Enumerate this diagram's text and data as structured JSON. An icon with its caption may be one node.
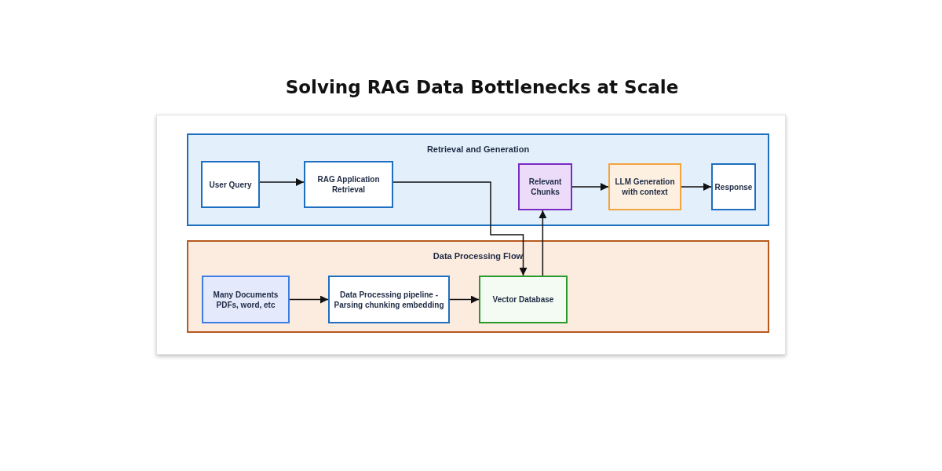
{
  "diagram": {
    "title": "Solving RAG Data Bottlenecks at Scale",
    "nodes": [
      {
        "text": [
          "Retrieval and Generation"
        ]
      },
      {
        "text": [
          "User Query"
        ],
        "in": 0
      },
      {
        "text": [
          "RAG Application Retrieval"
        ],
        "in": 0
      },
      {
        "text": [
          "Relevant Chunks"
        ],
        "in": 0
      },
      {
        "text": [
          "LLM Generation with context"
        ],
        "in": 0
      },
      {
        "text": [
          "Response"
        ],
        "in": 0
      },
      {
        "text": [
          "Data Processing Flow"
        ]
      },
      {
        "text": [
          "Many Documents PDFs, word, etc"
        ],
        "in": 6
      },
      {
        "text": [
          "Data Processing pipeline - Parsing chunking embedding"
        ],
        "in": 6
      },
      {
        "text": [
          "Vector Database"
        ],
        "in": 6
      }
    ],
    "edges": [
      {
        "from": 1,
        "to": 2,
        "arrow": "to"
      },
      {
        "from": 2,
        "to": 9,
        "arrow": "to"
      },
      {
        "from": 9,
        "to": 3,
        "arrow": "to"
      },
      {
        "from": 3,
        "to": 4,
        "arrow": "to"
      },
      {
        "from": 4,
        "to": 5,
        "arrow": "to"
      },
      {
        "from": 7,
        "to": 8,
        "arrow": "to"
      },
      {
        "from": 8,
        "to": 9,
        "arrow": "to"
      }
    ]
  }
}
